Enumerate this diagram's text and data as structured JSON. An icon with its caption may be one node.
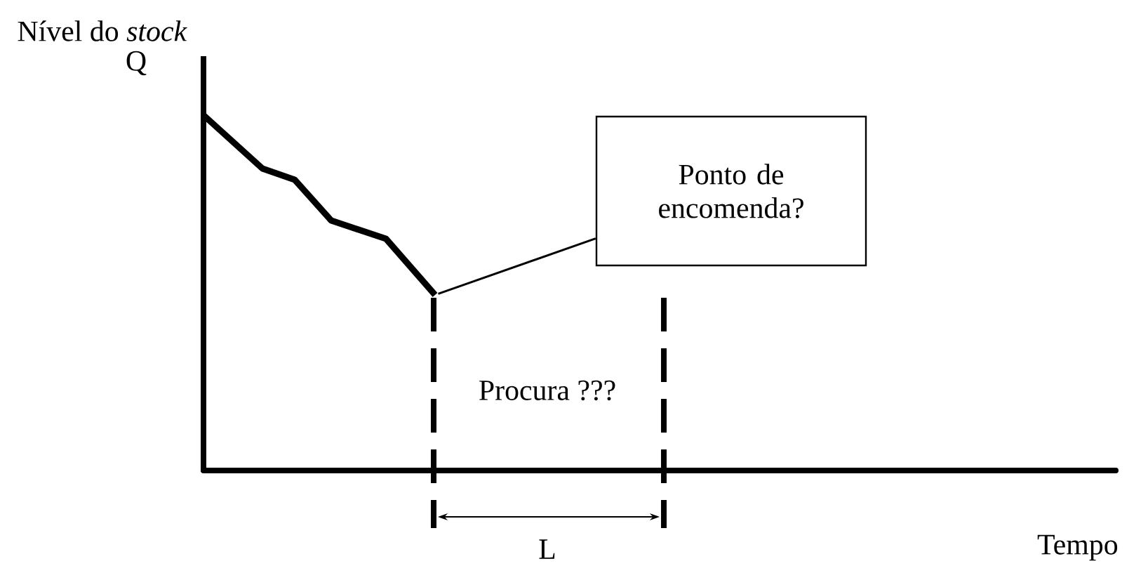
{
  "diagram": {
    "nodes": [
      {
        "text": [
          "Ponto de encomenda?"
        ]
      },
      {
        "text": [],
        "shape": "line"
      }
    ],
    "edges": [
      {
        "from": 0,
        "to": 1,
        "arrow": "none"
      }
    ],
    "labels": [
      "Nível do *stock*",
      "Q",
      "Procura ???",
      "Tempo",
      "L"
    ]
  }
}
